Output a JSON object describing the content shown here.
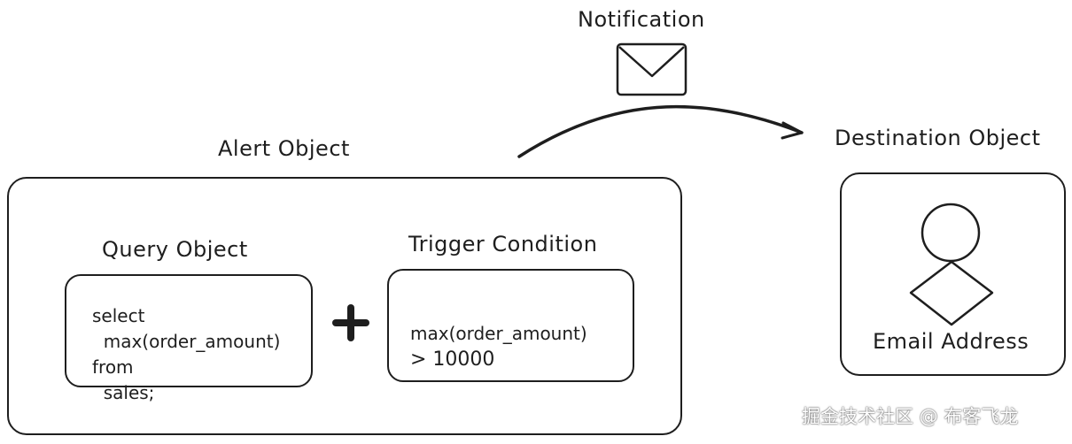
{
  "notification": {
    "label": "Notification",
    "icon": "envelope-icon"
  },
  "alert_object": {
    "title": "Alert Object",
    "query_object": {
      "title": "Query Object",
      "code_lines": [
        "select",
        "  max(order_amount)",
        "from",
        "  sales;"
      ]
    },
    "plus_icon": "plus-icon",
    "trigger_condition": {
      "title": "Trigger Condition",
      "code_lines": [
        "max(order_amount)",
        "> 10000"
      ]
    }
  },
  "destination_object": {
    "title": "Destination Object",
    "icon": "user-icon",
    "label": "Email Address"
  },
  "watermark": "掘金技术社区 @ 布客飞龙",
  "colors": {
    "stroke": "#1e1e1e",
    "background": "#ffffff"
  }
}
